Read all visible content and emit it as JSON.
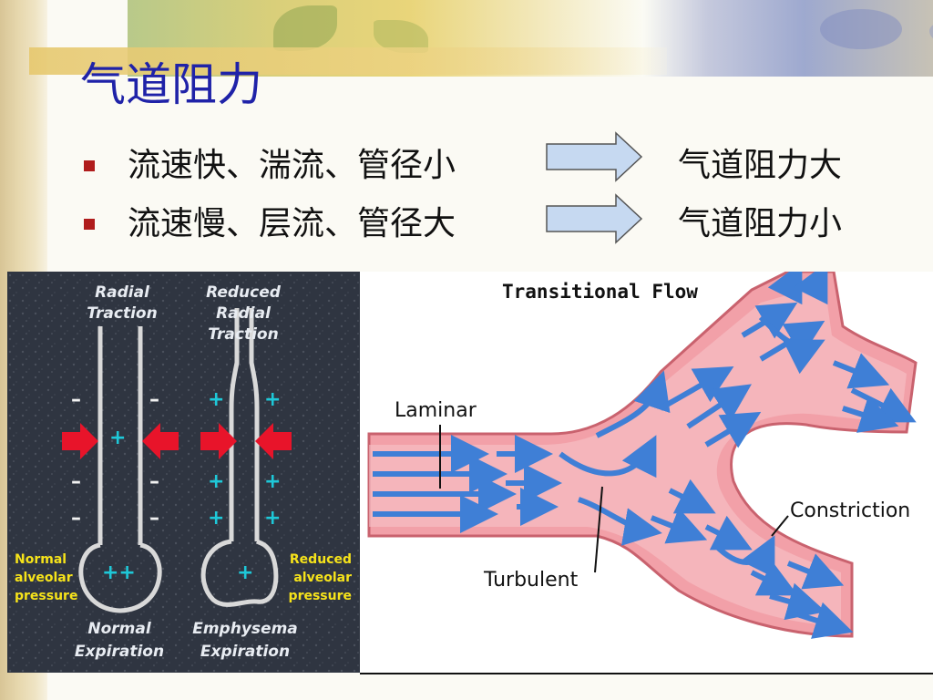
{
  "title": "气道阻力",
  "bullets": [
    {
      "left_text": "流速快、湍流、管径小",
      "right_text": "气道阻力大"
    },
    {
      "left_text": "流速慢、层流、管径大",
      "right_text": "气道阻力小"
    }
  ],
  "left_figure": {
    "left_header": [
      "Radial",
      "Traction"
    ],
    "right_header": [
      "Reduced",
      "Radial",
      "Traction"
    ],
    "left_side_label": [
      "Normal",
      "alveolar",
      "pressure"
    ],
    "right_side_label": [
      "Reduced",
      "alveolar",
      "pressure"
    ],
    "left_footer": [
      "Normal",
      "Expiration"
    ],
    "right_footer": [
      "Emphysema",
      "Expiration"
    ],
    "minus": "–",
    "plus": "+",
    "double_plus": "++"
  },
  "right_figure": {
    "title": "Transitional Flow",
    "laminar_label": "Laminar",
    "turbulent_label": "Turbulent",
    "constriction_label": "Constriction"
  },
  "colors": {
    "title": "#1f22a8",
    "bullet": "#b01c1c",
    "arrow_fill": "#c6d9f1",
    "vessel": "#f2a0a8",
    "flow_arrow": "#3f7fd6",
    "red_arrow": "#e8142a",
    "cyan_sign": "#1ec8d8",
    "yellow_label": "#f6e31a"
  }
}
